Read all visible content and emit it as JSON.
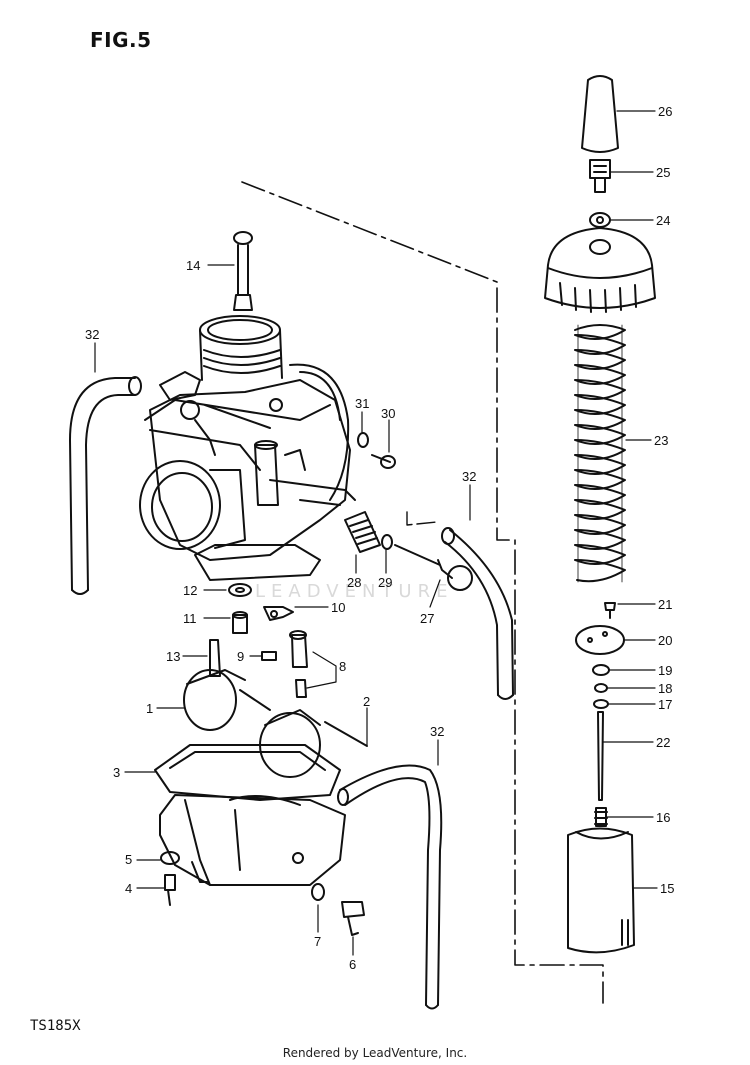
{
  "figure": {
    "title": "FIG.5",
    "model": "TS185X"
  },
  "watermark": "LEADVENTURE",
  "footer": "Rendered by LeadVenture, Inc.",
  "callouts": [
    {
      "n": "1",
      "label": "1"
    },
    {
      "n": "2",
      "label": "2"
    },
    {
      "n": "3",
      "label": "3"
    },
    {
      "n": "4",
      "label": "4"
    },
    {
      "n": "5",
      "label": "5"
    },
    {
      "n": "6",
      "label": "6"
    },
    {
      "n": "7",
      "label": "7"
    },
    {
      "n": "8",
      "label": "8"
    },
    {
      "n": "9",
      "label": "9"
    },
    {
      "n": "10",
      "label": "10"
    },
    {
      "n": "11",
      "label": "11"
    },
    {
      "n": "12",
      "label": "12"
    },
    {
      "n": "13",
      "label": "13"
    },
    {
      "n": "14",
      "label": "14"
    },
    {
      "n": "15",
      "label": "15"
    },
    {
      "n": "16",
      "label": "16"
    },
    {
      "n": "17",
      "label": "17"
    },
    {
      "n": "18",
      "label": "18"
    },
    {
      "n": "19",
      "label": "19"
    },
    {
      "n": "20",
      "label": "20"
    },
    {
      "n": "21",
      "label": "21"
    },
    {
      "n": "22",
      "label": "22"
    },
    {
      "n": "23",
      "label": "23"
    },
    {
      "n": "24",
      "label": "24"
    },
    {
      "n": "25",
      "label": "25"
    },
    {
      "n": "26",
      "label": "26"
    },
    {
      "n": "27",
      "label": "27"
    },
    {
      "n": "28",
      "label": "28"
    },
    {
      "n": "29",
      "label": "29"
    },
    {
      "n": "30",
      "label": "30"
    },
    {
      "n": "31",
      "label": "31"
    },
    {
      "n": "32a",
      "label": "32"
    },
    {
      "n": "32b",
      "label": "32"
    },
    {
      "n": "32c",
      "label": "32"
    }
  ]
}
